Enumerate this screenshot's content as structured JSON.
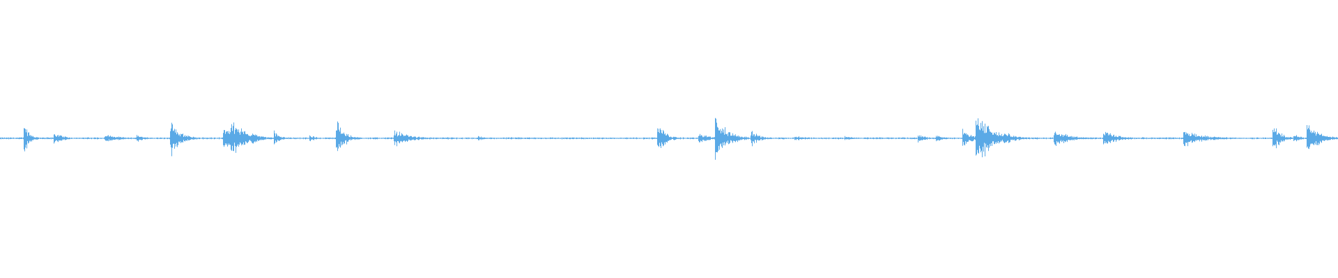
{
  "waveform": {
    "color": "#5aa9e6",
    "baseline_color": "#5aa9e6",
    "bursts": [
      {
        "t": 0.018,
        "amp": 0.12,
        "spread": 0.004
      },
      {
        "t": 0.041,
        "amp": 0.05,
        "spread": 0.006
      },
      {
        "t": 0.08,
        "amp": 0.03,
        "spread": 0.01
      },
      {
        "t": 0.103,
        "amp": 0.03,
        "spread": 0.006
      },
      {
        "t": 0.128,
        "amp": 0.14,
        "spread": 0.007
      },
      {
        "t": 0.168,
        "amp": 0.1,
        "spread": 0.008
      },
      {
        "t": 0.174,
        "amp": 0.15,
        "spread": 0.01
      },
      {
        "t": 0.189,
        "amp": 0.05,
        "spread": 0.006
      },
      {
        "t": 0.205,
        "amp": 0.06,
        "spread": 0.004
      },
      {
        "t": 0.232,
        "amp": 0.03,
        "spread": 0.004
      },
      {
        "t": 0.252,
        "amp": 0.14,
        "spread": 0.006
      },
      {
        "t": 0.296,
        "amp": 0.07,
        "spread": 0.01
      },
      {
        "t": 0.358,
        "amp": 0.02,
        "spread": 0.004
      },
      {
        "t": 0.492,
        "amp": 0.14,
        "spread": 0.005
      },
      {
        "t": 0.523,
        "amp": 0.04,
        "spread": 0.008
      },
      {
        "t": 0.536,
        "amp": 0.16,
        "spread": 0.009
      },
      {
        "t": 0.562,
        "amp": 0.06,
        "spread": 0.006
      },
      {
        "t": 0.595,
        "amp": 0.02,
        "spread": 0.008
      },
      {
        "t": 0.632,
        "amp": 0.02,
        "spread": 0.006
      },
      {
        "t": 0.687,
        "amp": 0.03,
        "spread": 0.006
      },
      {
        "t": 0.7,
        "amp": 0.03,
        "spread": 0.004
      },
      {
        "t": 0.72,
        "amp": 0.08,
        "spread": 0.006
      },
      {
        "t": 0.731,
        "amp": 0.22,
        "spread": 0.01
      },
      {
        "t": 0.752,
        "amp": 0.05,
        "spread": 0.008
      },
      {
        "t": 0.789,
        "amp": 0.07,
        "spread": 0.01
      },
      {
        "t": 0.826,
        "amp": 0.06,
        "spread": 0.01
      },
      {
        "t": 0.887,
        "amp": 0.06,
        "spread": 0.014
      },
      {
        "t": 0.952,
        "amp": 0.1,
        "spread": 0.006
      },
      {
        "t": 0.967,
        "amp": 0.05,
        "spread": 0.004
      },
      {
        "t": 0.978,
        "amp": 0.12,
        "spread": 0.008
      },
      {
        "t": 0.985,
        "amp": 0.06,
        "spread": 0.006
      }
    ],
    "noise_floor": 0.006
  }
}
